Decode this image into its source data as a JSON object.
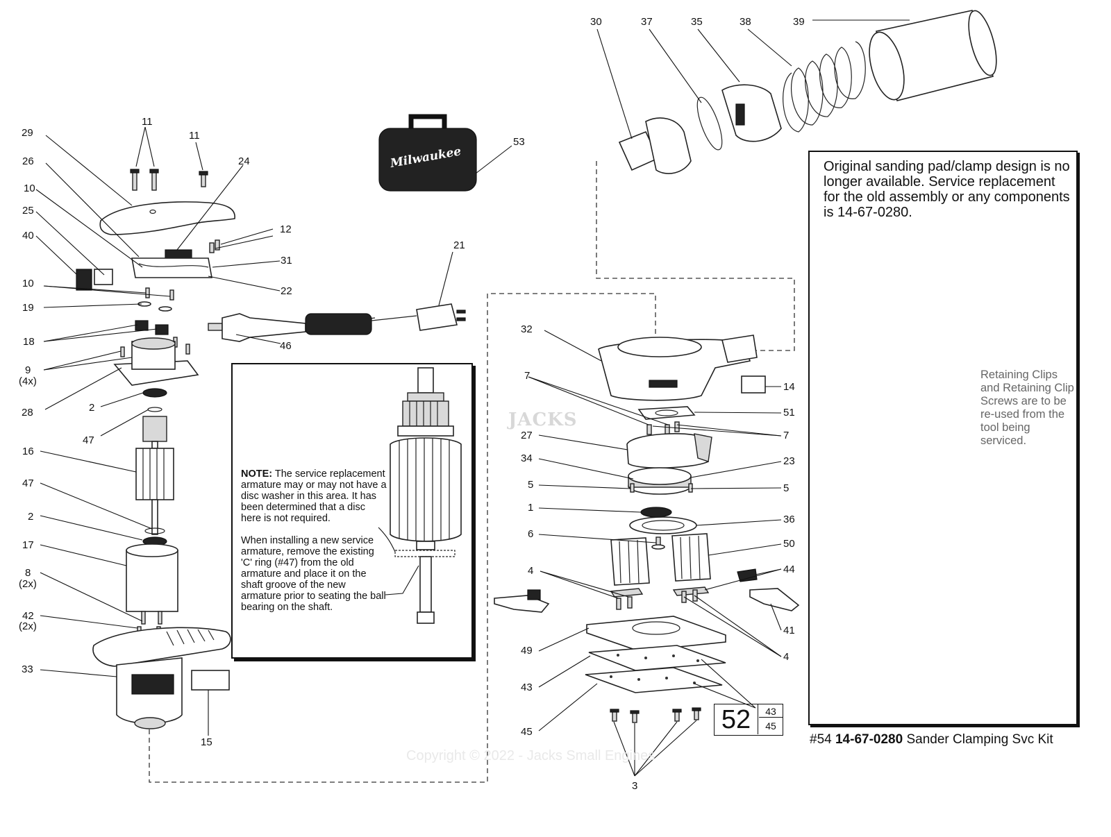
{
  "note_box": {
    "note_label": "NOTE:",
    "note_body": "The service replacement armature may or may not have a disc washer in this area. It has been determined that a disc here is not required.",
    "install_text": "When installing a new service armature, remove the existing 'C' ring (#47) from the old armature and place it on the shaft groove of the new armature prior to seating the ball bearing on the shaft."
  },
  "notice_box": {
    "text": "Original sanding pad/clamp design is no longer available. Service replacement for the old assembly or any components is 14-67-0280.",
    "retain_text": "Retaining Clips and Retaining Clip Screws are to be re-used from the tool being serviced."
  },
  "kit_caption": {
    "prefix": "#54",
    "part_number": "14-67-0280",
    "description": "Sander Clamping Svc Kit"
  },
  "ref_box": {
    "main": "52",
    "sub_a": "43",
    "sub_b": "45"
  },
  "brand": "Milwaukee",
  "copyright": "Copyright © 2022 - Jacks Small Engines",
  "watermark": "JACKS",
  "labels": {
    "l1": "1",
    "l2a": "2",
    "l2b": "2",
    "l3": "3",
    "l4a": "4",
    "l4b": "4",
    "l5a": "5",
    "l5b": "5",
    "l6": "6",
    "l7a": "7",
    "l7b": "7",
    "l8": "8",
    "l8q": "(2x)",
    "l9": "9",
    "l9q": "(4x)",
    "l10a": "10",
    "l10b": "10",
    "l11a": "11",
    "l11b": "11",
    "l12": "12",
    "l14": "14",
    "l15": "15",
    "l16": "16",
    "l17": "17",
    "l18": "18",
    "l19": "19",
    "l21": "21",
    "l22": "22",
    "l23": "23",
    "l24": "24",
    "l25": "25",
    "l26": "26",
    "l27": "27",
    "l28": "28",
    "l29": "29",
    "l30": "30",
    "l31": "31",
    "l32": "32",
    "l33": "33",
    "l34": "34",
    "l35": "35",
    "l36": "36",
    "l37": "37",
    "l38": "38",
    "l39": "39",
    "l40": "40",
    "l41": "41",
    "l42": "42",
    "l42q": "(2x)",
    "l43": "43",
    "l44": "44",
    "l45": "45",
    "l46": "46",
    "l47a": "47",
    "l47b": "47",
    "l49": "49",
    "l50": "50",
    "l51": "51",
    "l53": "53"
  }
}
